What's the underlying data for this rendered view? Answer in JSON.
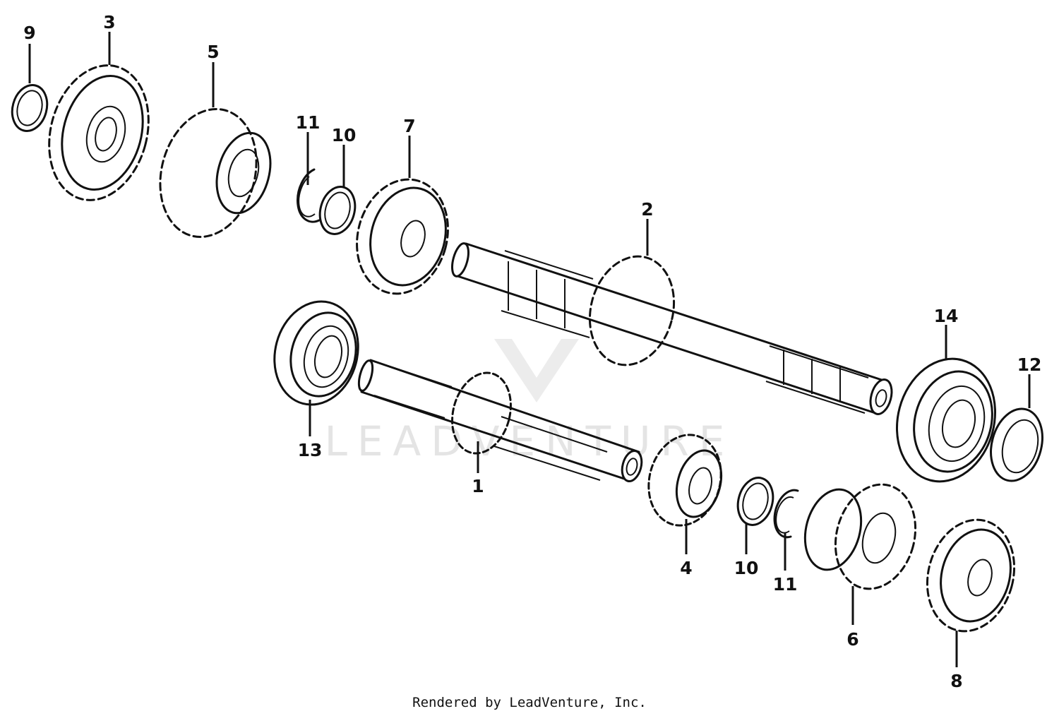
{
  "diagram": {
    "callouts": [
      {
        "id": "c9a",
        "label": "9"
      },
      {
        "id": "c3",
        "label": "3"
      },
      {
        "id": "c5",
        "label": "5"
      },
      {
        "id": "c11a",
        "label": "11"
      },
      {
        "id": "c10a",
        "label": "10"
      },
      {
        "id": "c7",
        "label": "7"
      },
      {
        "id": "c2",
        "label": "2"
      },
      {
        "id": "c14",
        "label": "14"
      },
      {
        "id": "c12",
        "label": "12"
      },
      {
        "id": "c13",
        "label": "13"
      },
      {
        "id": "c1",
        "label": "1"
      },
      {
        "id": "c4",
        "label": "4"
      },
      {
        "id": "c10b",
        "label": "10"
      },
      {
        "id": "c11b",
        "label": "11"
      },
      {
        "id": "c6",
        "label": "6"
      },
      {
        "id": "c8",
        "label": "8"
      }
    ],
    "watermark": "LEADVENTURE"
  },
  "footer": {
    "credit": "Rendered by LeadVenture, Inc."
  }
}
